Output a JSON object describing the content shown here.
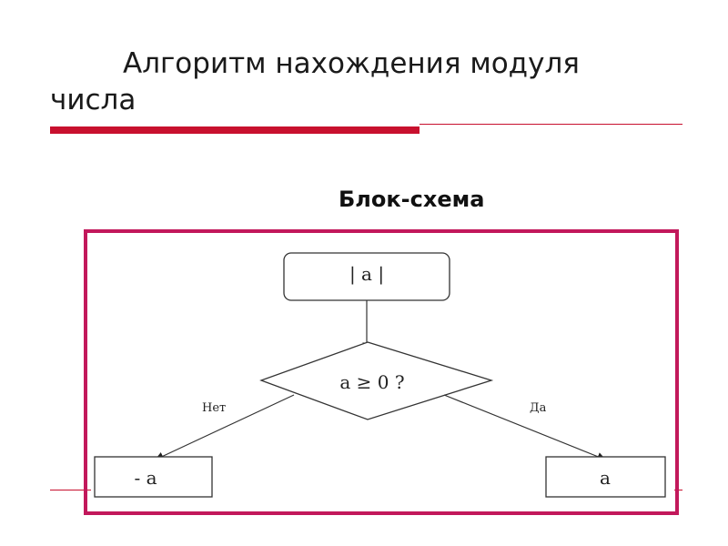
{
  "slide": {
    "title": "Алгоритм нахождения модуля числа",
    "subtitle": "Блок-схема",
    "accent_color": "#c8102e",
    "frame_color": "#c2185b"
  },
  "flowchart": {
    "start_block": "| a |",
    "condition": "a  ≥ 0 ?",
    "no_label": "Нет",
    "yes_label": "Да",
    "no_result": "- a",
    "yes_result": "a"
  }
}
